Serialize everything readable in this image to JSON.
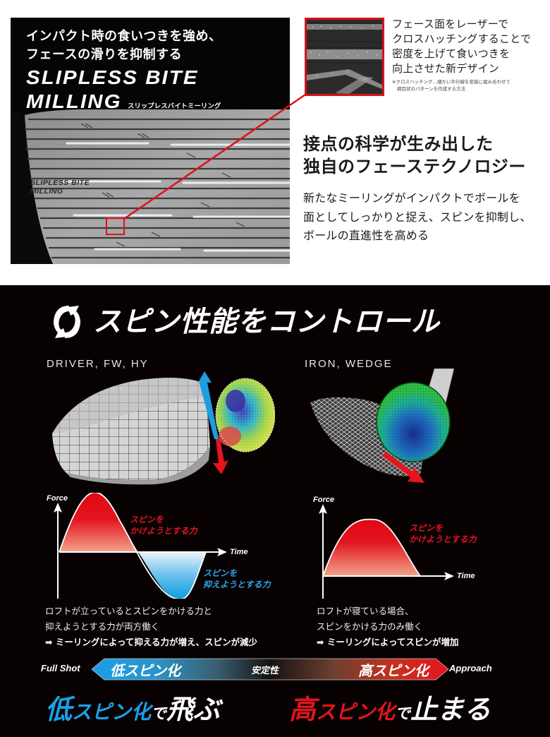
{
  "top": {
    "photo": {
      "headline_jp": [
        "インパクト時の食いつきを強め、",
        "フェースの滑りを抑制する"
      ],
      "headline_en": [
        "SLIPLESS BITE",
        "MILLING"
      ],
      "headline_en_reading": "スリップレスバイトミーリング",
      "engraving": [
        "SLIPLESS BITE",
        "MILLING"
      ]
    },
    "inset": {
      "lead": [
        "フェース面をレーザーで",
        "クロスハッチングすることで",
        "密度を上げて食いつきを",
        "向上させた新デザイン"
      ],
      "note": [
        "※クロスハッチング…細かい平行線を密接に組み合わせて",
        "網目状のパターンを作成する方法"
      ]
    },
    "tech": {
      "title": [
        "接点の科学が生み出した",
        "独自のフェーステクノロジー"
      ],
      "body": [
        "新たなミーリングがインパクトでボールを",
        "面としてしっかりと捉え、スピンを抑制し、",
        "ボールの直進性を高める"
      ]
    }
  },
  "bottom": {
    "title": "スピン性能をコントロール",
    "title_icon": "rotate-arrows-icon",
    "left": {
      "category": "DRIVER, FW, HY",
      "graph": {
        "y_label": "Force",
        "x_label": "Time",
        "pos_annotation": [
          "スピンを",
          "かけようとする力"
        ],
        "neg_annotation": [
          "スピンを",
          "抑えようとする力"
        ]
      },
      "description": [
        "ロフトが立っているとスピンをかける力と",
        "抑えようとする力が両方働く"
      ],
      "conclusion": "➡ ミーリングによって抑える力が増え、スピンが減少"
    },
    "right": {
      "category": "IRON, WEDGE",
      "graph": {
        "y_label": "Force",
        "x_label": "Time",
        "pos_annotation": [
          "スピンを",
          "かけようとする力"
        ]
      },
      "description": [
        "ロフトが寝ている場合、",
        "スピンをかける力のみ働く"
      ],
      "conclusion": "➡ ミーリングによってスピンが増加"
    },
    "scale": {
      "left_end": "Full Shot",
      "right_end": "Approach",
      "low": "低スピン化",
      "mid": "安定性",
      "high": "高スピン化"
    },
    "slogans": {
      "left": {
        "a": "低",
        "b": "スピン化",
        "c": "で",
        "d": "飛ぶ"
      },
      "right": {
        "a": "高",
        "b": "スピン化",
        "c": "で",
        "d": "止まる"
      }
    },
    "colors": {
      "blue": "#1aa0e6",
      "red": "#e3141e",
      "background": "#070102"
    }
  }
}
